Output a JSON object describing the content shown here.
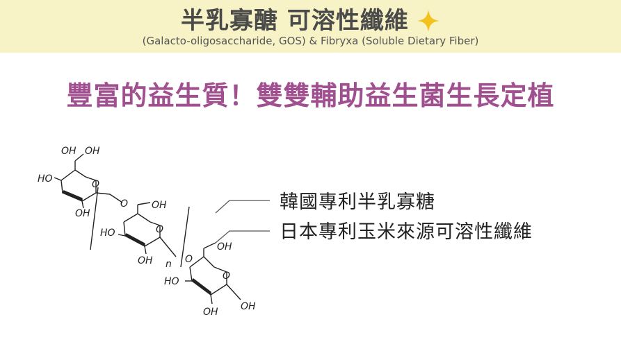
{
  "header": {
    "title": "半乳寡醣 可溶性纖維",
    "subtitle": "(Galacto-oligosaccharide, GOS) & Fibryxa (Soluble Dietary Fiber)",
    "sparkle_icon": "four-point-star-icon",
    "band_color": "#f8f3c6",
    "sparkle_color": "#f3c21c"
  },
  "headline": {
    "text": "豐富的益生質！雙雙輔助益生菌生長定植",
    "color": "#a0508f"
  },
  "molecule": {
    "oh_label": "OH",
    "ho_label": "HO",
    "o_label": "O",
    "n_label": "n"
  },
  "features": [
    {
      "text": "韓國專利半乳寡糖"
    },
    {
      "text": "日本專利玉米來源可溶性纖維"
    }
  ]
}
